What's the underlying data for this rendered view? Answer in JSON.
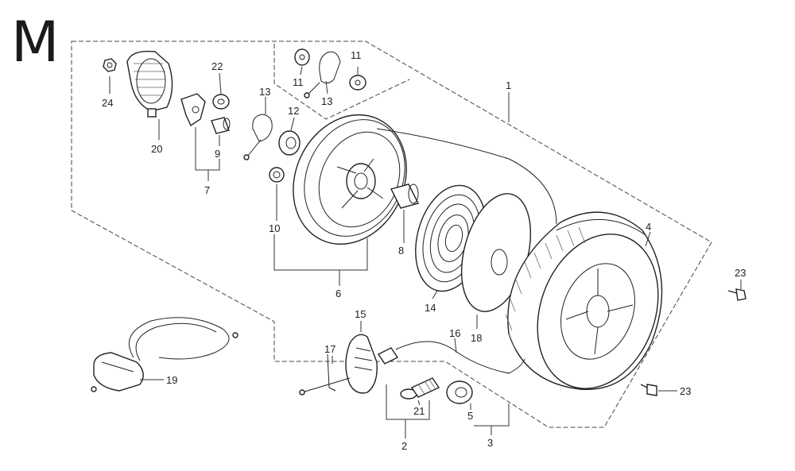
{
  "section_letter": "M",
  "callouts": [
    {
      "id": "c24",
      "text": "24"
    },
    {
      "id": "c20",
      "text": "20"
    },
    {
      "id": "c22",
      "text": "22"
    },
    {
      "id": "c9",
      "text": "9"
    },
    {
      "id": "c7",
      "text": "7"
    },
    {
      "id": "c11a",
      "text": "11"
    },
    {
      "id": "c13a",
      "text": "13"
    },
    {
      "id": "c11b",
      "text": "11"
    },
    {
      "id": "c13b",
      "text": "13"
    },
    {
      "id": "c12",
      "text": "12"
    },
    {
      "id": "c10",
      "text": "10"
    },
    {
      "id": "c1",
      "text": "1"
    },
    {
      "id": "c4",
      "text": "4"
    },
    {
      "id": "c8",
      "text": "8"
    },
    {
      "id": "c6",
      "text": "6"
    },
    {
      "id": "c14",
      "text": "14"
    },
    {
      "id": "c18",
      "text": "18"
    },
    {
      "id": "c23a",
      "text": "23"
    },
    {
      "id": "c23b",
      "text": "23"
    },
    {
      "id": "c15",
      "text": "15"
    },
    {
      "id": "c17",
      "text": "17"
    },
    {
      "id": "c16",
      "text": "16"
    },
    {
      "id": "c19",
      "text": "19"
    },
    {
      "id": "c21",
      "text": "21"
    },
    {
      "id": "c5",
      "text": "5"
    },
    {
      "id": "c2",
      "text": "2"
    },
    {
      "id": "c3",
      "text": "3"
    }
  ]
}
